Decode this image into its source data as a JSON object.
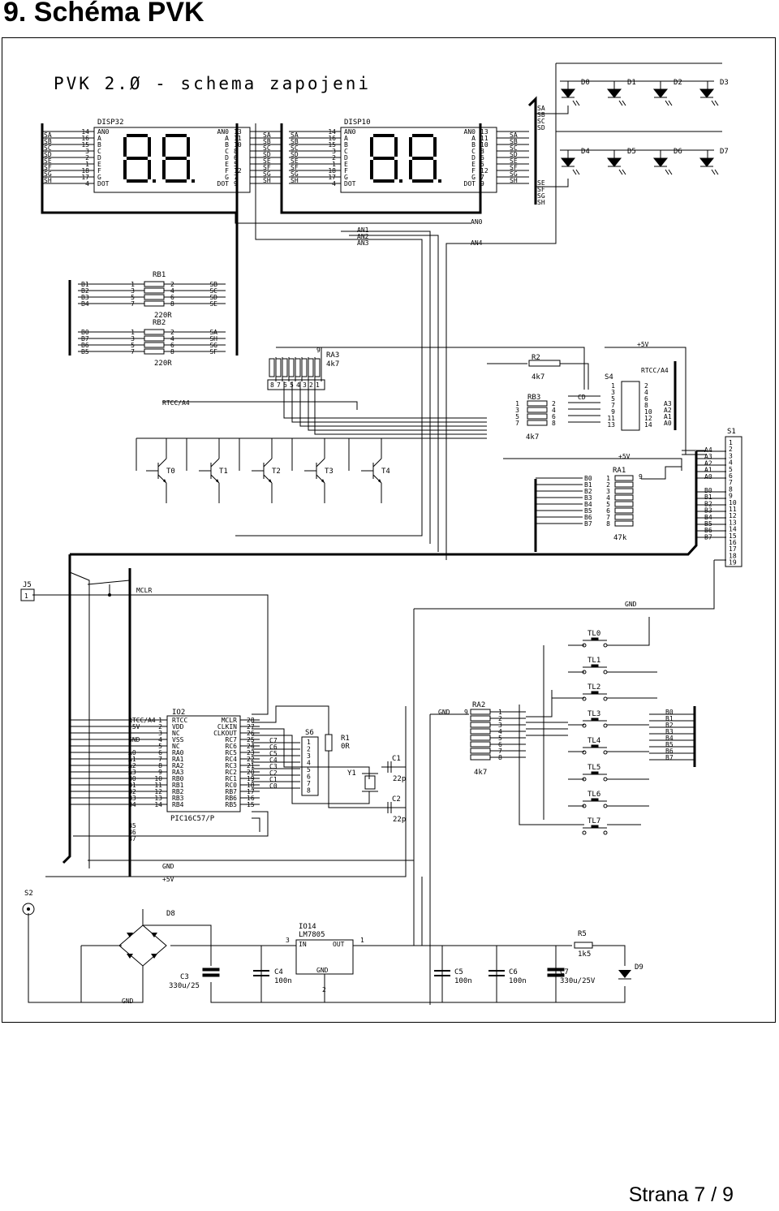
{
  "page": {
    "heading": "9.  Schéma PVK",
    "footer": "Strana 7 / 9"
  },
  "schematic": {
    "title": "PVK 2.Ø - schema zapojeni",
    "displays": [
      {
        "ref": "DISP32",
        "left_pins": [
          "14",
          "16",
          "15",
          "3",
          "2",
          "1",
          "18",
          "17",
          "4"
        ],
        "right_pins": [
          "13",
          "11",
          "10",
          "8",
          "6",
          "5",
          "12",
          "7",
          "9"
        ],
        "pin_names": [
          "AN0",
          "A",
          "B",
          "C",
          "D",
          "E",
          "F",
          "G",
          "DOT"
        ],
        "seg_labels": [
          "SA",
          "SB",
          "SC",
          "SD",
          "SE",
          "SF",
          "SG",
          "SH"
        ]
      },
      {
        "ref": "DISP10",
        "left_pins": [
          "14",
          "16",
          "15",
          "3",
          "2",
          "1",
          "18",
          "17",
          "4"
        ],
        "right_pins": [
          "13",
          "11",
          "10",
          "8",
          "6",
          "5",
          "12",
          "7",
          "9"
        ],
        "pin_names": [
          "AN0",
          "A",
          "B",
          "C",
          "D",
          "E",
          "F",
          "G",
          "DOT"
        ],
        "seg_labels": [
          "SA",
          "SB",
          "SC",
          "SD",
          "SE",
          "SF",
          "SG",
          "SH"
        ]
      }
    ],
    "leds_top": [
      "D0",
      "D1",
      "D2",
      "D3"
    ],
    "leds_bottom": [
      "D4",
      "D5",
      "D6",
      "D7"
    ],
    "led_bus_top": [
      "SA",
      "SB",
      "SC",
      "SD"
    ],
    "led_bus_bottom": [
      "SE",
      "SF",
      "SG",
      "SH"
    ],
    "anode_nets": [
      "AN0",
      "AN1",
      "AN2",
      "AN3",
      "AN4"
    ],
    "rb1": {
      "ref": "RB1",
      "value": "220R",
      "inputs": [
        "B1",
        "B2",
        "B3",
        "B4"
      ],
      "left_pins": [
        "1",
        "3",
        "5",
        "7"
      ],
      "right_pins": [
        "2",
        "4",
        "6",
        "8"
      ],
      "outputs": [
        "SB",
        "SC",
        "SD",
        "SE"
      ]
    },
    "rb2": {
      "ref": "RB2",
      "value": "220R",
      "inputs": [
        "B0",
        "B7",
        "B6",
        "B5"
      ],
      "left_pins": [
        "1",
        "3",
        "5",
        "7"
      ],
      "right_pins": [
        "2",
        "4",
        "6",
        "8"
      ],
      "outputs": [
        "SA",
        "SH",
        "SG",
        "SF"
      ]
    },
    "ra3": {
      "ref": "RA3",
      "value": "4k7",
      "pins": [
        "8",
        "7",
        "6",
        "5",
        "4",
        "3",
        "2",
        "1"
      ],
      "common": "9"
    },
    "r2": {
      "ref": "R2",
      "value": "4k7"
    },
    "rb3": {
      "ref": "RB3",
      "value": "4k7",
      "left_pins": [
        "1",
        "3",
        "5",
        "7"
      ],
      "right_pins": [
        "2",
        "4",
        "6",
        "8"
      ]
    },
    "s4": {
      "ref": "S4",
      "net": "RTCC/A4",
      "left_pins": [
        "1",
        "3",
        "5",
        "7",
        "9",
        "11",
        "13"
      ],
      "right_pins": [
        "2",
        "4",
        "6",
        "8",
        "10",
        "12",
        "14"
      ],
      "outputs": [
        "A3",
        "A2",
        "A1",
        "A0"
      ],
      "cd_label": "CD"
    },
    "plus5v": "+5V",
    "rtcc_net": "RTCC/A4",
    "transistors": [
      "T0",
      "T1",
      "T2",
      "T3",
      "T4"
    ],
    "ra1": {
      "ref": "RA1",
      "value": "47k",
      "common": "9",
      "inputs": [
        "B0",
        "B1",
        "B2",
        "B3",
        "B4",
        "B5",
        "B6",
        "B7"
      ],
      "pins": [
        "1",
        "2",
        "3",
        "4",
        "5",
        "6",
        "7",
        "8"
      ]
    },
    "s1": {
      "ref": "S1",
      "pins": [
        "1",
        "2",
        "3",
        "4",
        "5",
        "6",
        "7",
        "8",
        "9",
        "10",
        "11",
        "12",
        "13",
        "14",
        "15",
        "16",
        "17",
        "18",
        "19"
      ],
      "nets": [
        "A4",
        "A3",
        "A2",
        "A1",
        "A0",
        "B0",
        "B1",
        "B2",
        "B3",
        "B4",
        "B5",
        "B6",
        "B7"
      ]
    },
    "j5": {
      "ref": "J5",
      "pin": "1",
      "net": "MCLR"
    },
    "gnd_label": "GND",
    "buttons": [
      "TL0",
      "TL1",
      "TL2",
      "TL3",
      "TL4",
      "TL5",
      "TL6",
      "TL7"
    ],
    "button_nets": [
      "B0",
      "B1",
      "B2",
      "B3",
      "B4",
      "B5",
      "B6",
      "B7"
    ],
    "ra2": {
      "ref": "RA2",
      "value": "4k7",
      "common": "9",
      "pins": [
        "1",
        "2",
        "3",
        "4",
        "5",
        "6",
        "7",
        "8"
      ]
    },
    "mcu": {
      "ref": "IO2",
      "part": "PIC16C57/P",
      "left_names": [
        "RTCC",
        "VDD",
        "NC",
        "VSS",
        "NC",
        "RA0",
        "RA1",
        "RA2",
        "RA3",
        "RB0",
        "RB1",
        "RB2",
        "RB3",
        "RB4"
      ],
      "left_pins": [
        "1",
        "2",
        "3",
        "4",
        "5",
        "6",
        "7",
        "8",
        "9",
        "10",
        "11",
        "12",
        "13",
        "14"
      ],
      "left_nets": [
        "RTCC/A4",
        "+5V",
        "",
        "GND",
        "",
        "A0",
        "A1",
        "A2",
        "A3",
        "B0",
        "B1",
        "B2",
        "B3",
        "B4"
      ],
      "right_names": [
        "MCLR",
        "CLKIN",
        "CLKOUT",
        "RC7",
        "RC6",
        "RC5",
        "RC4",
        "RC3",
        "RC2",
        "RC1",
        "RC0",
        "RB7",
        "RB6",
        "RB5"
      ],
      "right_pins": [
        "28",
        "27",
        "26",
        "25",
        "24",
        "23",
        "22",
        "21",
        "20",
        "19",
        "18",
        "17",
        "16",
        "15"
      ],
      "c_nets": [
        "C7",
        "C6",
        "C5",
        "C4",
        "C3",
        "C2",
        "C1",
        "C0"
      ],
      "extra_nets": [
        "B5",
        "B6",
        "B7"
      ]
    },
    "s6": {
      "ref": "S6",
      "pins": [
        "1",
        "2",
        "3",
        "4",
        "5",
        "6",
        "7",
        "8"
      ]
    },
    "r1": {
      "ref": "R1",
      "value": "0R"
    },
    "y1": "Y1",
    "c1": {
      "ref": "C1",
      "value": "22p"
    },
    "c2": {
      "ref": "C2",
      "value": "22p"
    },
    "power": {
      "s2": "S2",
      "d8": "D8",
      "c3": {
        "ref": "C3",
        "value": "330u/25"
      },
      "c4": {
        "ref": "C4",
        "value": "100n"
      },
      "reg": {
        "ref": "IO14",
        "part": "LM7805",
        "in": "IN",
        "out": "OUT",
        "gnd": "GND",
        "pin_in": "3",
        "pin_out": "1",
        "pin_gnd": "2"
      },
      "c5": {
        "ref": "C5",
        "value": "100n"
      },
      "c6": {
        "ref": "C6",
        "value": "100n"
      },
      "c7": {
        "ref": "C7",
        "value": "330u/25V"
      },
      "r5": {
        "ref": "R5",
        "value": "1k5"
      },
      "d9": "D9"
    }
  }
}
